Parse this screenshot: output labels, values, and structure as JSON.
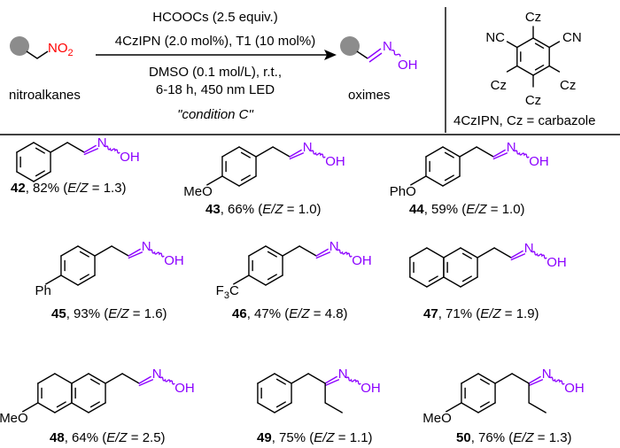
{
  "colors": {
    "nitro": "#ff0000",
    "oxime": "#8b00ff",
    "substrate_dot": "#8c8c8c",
    "ink": "#000000"
  },
  "scheme": {
    "reagent_line1": "HCOOCs (2.5 equiv.)",
    "reagent_line2": "4CzIPN (2.0 mol%), T1 (10 mol%)",
    "condition_line1": "DMSO (0.1 mol/L), r.t.,",
    "condition_line2": "6-18 h, 450 nm LED",
    "condition_name": "\"condition C\"",
    "substrate_group_parts": [
      "NO",
      "2"
    ],
    "substrate_label": "nitroalkanes",
    "product_atom_n": "N",
    "product_atom_oh": "OH",
    "product_label": "oximes"
  },
  "catalyst": {
    "top": "Cz",
    "left_cn": "NC",
    "right_cn": "CN",
    "bottom_left": "Cz",
    "bottom_right": "Cz",
    "bottom": "Cz",
    "caption": "4CzIPN, Cz = carbazole"
  },
  "label_parts": {
    "sep": ", ",
    "open": " (",
    "ez": "E/Z",
    "eq": " = ",
    "close": ")"
  },
  "atoms": {
    "n": "N",
    "oh": "OH"
  },
  "compounds": [
    {
      "id": "42",
      "yield": "82%",
      "ratio": "1.3",
      "substituent_parts": []
    },
    {
      "id": "43",
      "yield": "66%",
      "ratio": "1.0",
      "substituent_parts": [
        "MeO"
      ]
    },
    {
      "id": "44",
      "yield": "59%",
      "ratio": "1.0",
      "substituent_parts": [
        "PhO"
      ]
    },
    {
      "id": "45",
      "yield": "93%",
      "ratio": "1.6",
      "substituent_parts": [
        "Ph"
      ]
    },
    {
      "id": "46",
      "yield": "47%",
      "ratio": "4.8",
      "substituent_parts": [
        "F",
        "3",
        "C"
      ]
    },
    {
      "id": "47",
      "yield": "71%",
      "ratio": "1.9",
      "substituent_parts": []
    },
    {
      "id": "48",
      "yield": "64%",
      "ratio": "2.5",
      "substituent_parts": [
        "MeO"
      ]
    },
    {
      "id": "49",
      "yield": "75%",
      "ratio": "1.1",
      "substituent_parts": []
    },
    {
      "id": "50",
      "yield": "76%",
      "ratio": "1.3",
      "substituent_parts": [
        "MeO"
      ]
    }
  ]
}
